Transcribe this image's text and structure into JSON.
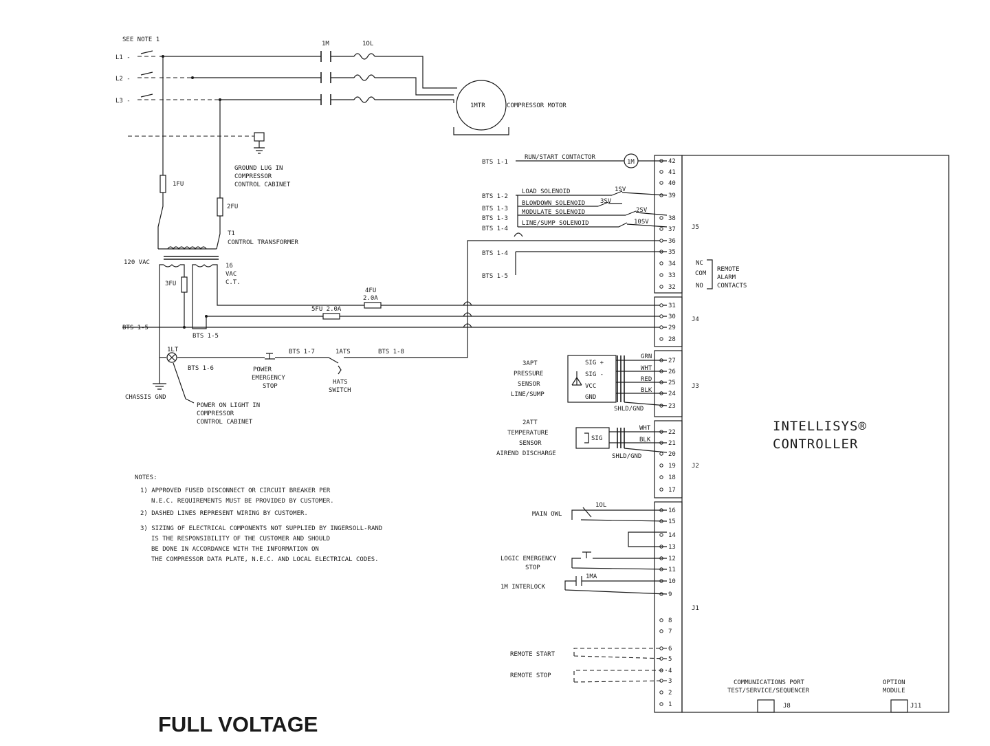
{
  "page_title": "FULL VOLTAGE",
  "see_note": "SEE NOTE 1",
  "lines": {
    "l1": "L1 -",
    "l2": "L2 -",
    "l3": "L3 -"
  },
  "labels": {
    "one_m": "1M",
    "one_ol": "1OL",
    "one_mtr": "1MTR",
    "compressor_motor": "COMPRESSOR MOTOR",
    "ground_lug": [
      "GROUND LUG IN",
      "COMPRESSOR",
      "CONTROL CABINET"
    ],
    "fu1": "1FU",
    "fu2": "2FU",
    "t1": [
      "T1",
      "CONTROL TRANSFORMER"
    ],
    "vac120": "120 VAC",
    "vac16": [
      "16",
      "VAC",
      "C.T."
    ],
    "fu3": "3FU",
    "fu4": [
      "4FU",
      "2.0A"
    ],
    "fu5": "5FU 2.0A",
    "bts_left_15a": "BTS 1-5",
    "bts_left_15b": "BTS 1-5",
    "ilt": "1LT",
    "bts_16": "BTS 1-6",
    "bts_17": "BTS 1-7",
    "iats": "1ATS",
    "bts_18": "BTS 1-8",
    "power_estop": [
      "POWER",
      "EMERGENCY",
      "STOP"
    ],
    "hats_switch": [
      "HATS",
      "SWITCH"
    ],
    "chassis_gnd": "CHASSIS GND",
    "power_on_light": [
      "POWER ON LIGHT IN",
      "COMPRESSOR",
      "CONTROL CABINET"
    ]
  },
  "notes": {
    "heading": "NOTES:",
    "n1": [
      "1) APPROVED FUSED DISCONNECT OR CIRCUIT BREAKER PER",
      "N.E.C. REQUIREMENTS MUST BE PROVIDED BY CUSTOMER."
    ],
    "n2": [
      "2) DASHED LINES REPRESENT WIRING BY CUSTOMER."
    ],
    "n3": [
      "3) SIZING OF ELECTRICAL COMPONENTS NOT SUPPLIED BY INGERSOLL-RAND",
      "IS THE RESPONSIBILITY OF THE CUSTOMER AND SHOULD",
      "BE DONE IN ACCORDANCE WITH THE INFORMATION ON",
      "THE COMPRESSOR DATA PLATE, N.E.C. AND LOCAL ELECTRICAL CODES."
    ]
  },
  "bts_right": [
    "BTS 1-1",
    "BTS 1-2",
    "BTS 1-3",
    "BTS 1-3",
    "BTS 1-4",
    "BTS 1-4",
    "BTS 1-5"
  ],
  "solenoids": {
    "run_start": "RUN/START CONTACTOR",
    "one_m_coil": "1M",
    "load": "LOAD SOLENOID",
    "blowdown": "BLOWDOWN SOLENOID",
    "modulate": "MODULATE SOLENOID",
    "line_sump": "LINE/SUMP SOLENOID",
    "one_sv": "1SV",
    "three_sv": "3SV",
    "two_sv": "2SV",
    "ten_sv": "10SV"
  },
  "sensors": {
    "p3": [
      "3APT",
      "PRESSURE",
      "SENSOR",
      "LINE/SUMP"
    ],
    "p3_terms": [
      "SIG +",
      "SIG -",
      "VCC",
      "GND"
    ],
    "p3_colors": [
      "GRN",
      "WHT",
      "RED",
      "BLK"
    ],
    "shld1": "SHLD/GND",
    "t2": [
      "2ATT",
      "TEMPERATURE",
      "SENSOR",
      "AIREND DISCHARGE"
    ],
    "t2_sig": "SIG",
    "t2_colors": [
      "WHT",
      "BLK"
    ],
    "shld2": "SHLD/GND"
  },
  "inputs": {
    "main_owl": "MAIN OWL",
    "ol10": "1OL",
    "logic_estop": [
      "LOGIC EMERGENCY",
      "STOP"
    ],
    "interlock": "1M INTERLOCK",
    "ima": "1MA",
    "remote_start": "REMOTE START",
    "remote_stop": "REMOTE STOP"
  },
  "alarm": {
    "contacts": [
      "NC",
      "COM",
      "NO"
    ],
    "label": [
      "REMOTE",
      "ALARM",
      "CONTACTS"
    ]
  },
  "connectors": {
    "j5": "J5",
    "j4": "J4",
    "j3": "J3",
    "j2": "J2",
    "j1": "J1",
    "j8": "J8",
    "j11": "J11"
  },
  "controller": {
    "name": [
      "INTELLISYS®",
      "CONTROLLER"
    ],
    "comm_port": [
      "COMMUNICATIONS PORT",
      "TEST/SERVICE/SEQUENCER"
    ],
    "option_module": [
      "OPTION",
      "MODULE"
    ]
  },
  "pins": [
    "42",
    "41",
    "40",
    "39",
    "38",
    "37",
    "36",
    "35",
    "34",
    "33",
    "32",
    "31",
    "30",
    "29",
    "28",
    "27",
    "26",
    "25",
    "24",
    "23",
    "22",
    "21",
    "20",
    "19",
    "18",
    "17",
    "16",
    "15",
    "14",
    "13",
    "12",
    "11",
    "10",
    "9",
    "8",
    "7",
    "6",
    "5",
    "4",
    "3",
    "2",
    "1"
  ]
}
